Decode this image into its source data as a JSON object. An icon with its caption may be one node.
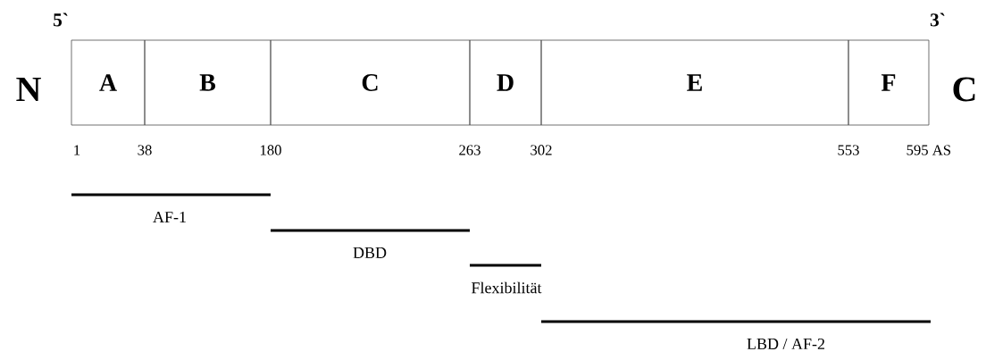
{
  "diagram": {
    "nodes": [
      {
        "text": [
          "A"
        ]
      },
      {
        "text": [
          "B"
        ]
      },
      {
        "text": [
          "C"
        ]
      },
      {
        "text": [
          "D"
        ]
      },
      {
        "text": [
          "E"
        ]
      },
      {
        "text": [
          "F"
        ]
      }
    ],
    "labels": [
      "5`",
      "3`",
      "N",
      "C",
      "1",
      "38",
      "180",
      "263",
      "302",
      "553",
      "595 AS",
      "AF-1",
      "DBD",
      "Flexibilität",
      "LBD / AF-2"
    ]
  }
}
